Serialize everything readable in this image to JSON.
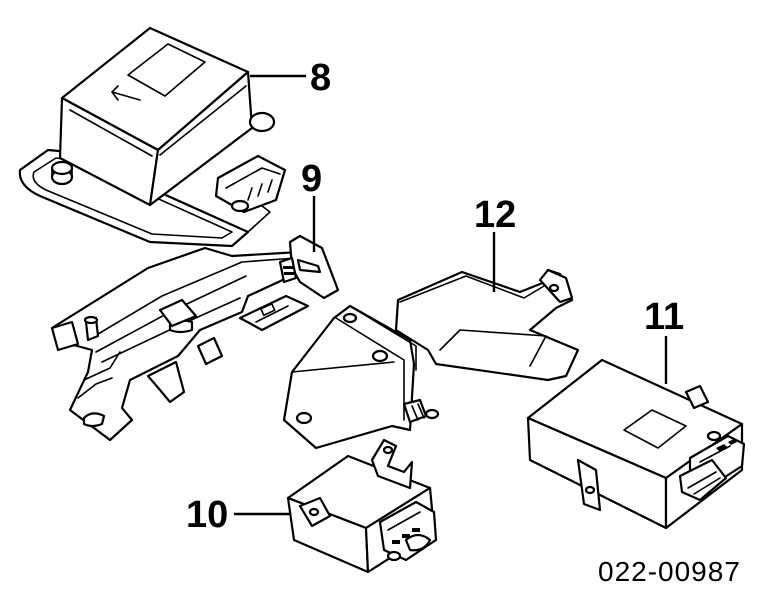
{
  "labels": {
    "part_8": "8",
    "part_9": "9",
    "part_10": "10",
    "part_11": "11",
    "part_12": "12"
  },
  "diagram_code": "022-00987"
}
